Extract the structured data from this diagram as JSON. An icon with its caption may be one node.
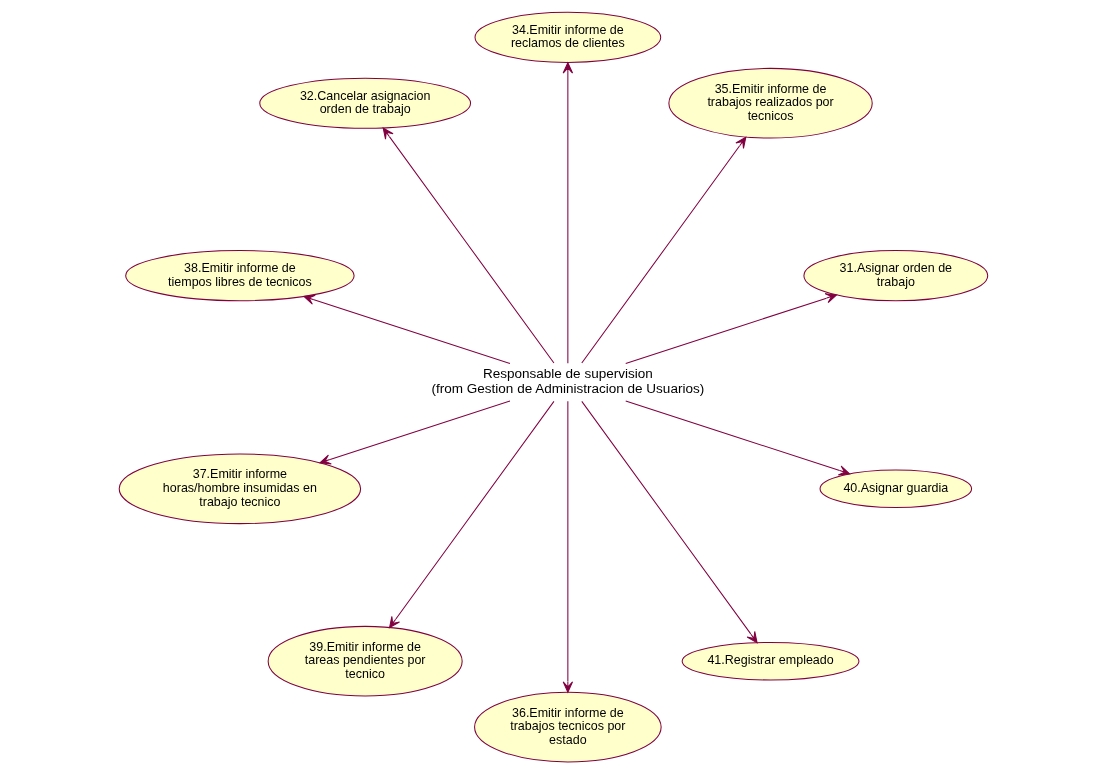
{
  "diagram": {
    "nodes": [
      {
        "text": [
          "Responsable de supervision",
          "(from Gestion de Administracion de Usuarios)"
        ]
      },
      {
        "text": [
          "31.Asignar orden de trabajo"
        ]
      },
      {
        "text": [
          "35.Emitir informe de trabajos realizados por tecnicos"
        ]
      },
      {
        "text": [
          "34.Emitir informe de reclamos de clientes"
        ]
      },
      {
        "text": [
          "32.Cancelar asignacion orden de trabajo"
        ]
      },
      {
        "text": [
          "38.Emitir informe de tiempos libres de tecnicos"
        ]
      },
      {
        "text": [
          "37.Emitir informe horas/hombre insumidas en trabajo tecnico"
        ]
      },
      {
        "text": [
          "39.Emitir informe de tareas pendientes por tecnico"
        ]
      },
      {
        "text": [
          "36.Emitir informe de trabajos tecnicos por estado"
        ]
      },
      {
        "text": [
          "41.Registrar empleado"
        ]
      },
      {
        "text": [
          "40.Asignar guardia"
        ]
      }
    ],
    "edges": [
      {
        "from": 0,
        "to": 1,
        "arrow": "to"
      },
      {
        "from": 0,
        "to": 2,
        "arrow": "to"
      },
      {
        "from": 0,
        "to": 4,
        "arrow": "to"
      },
      {
        "from": 0,
        "to": 6,
        "arrow": "to"
      },
      {
        "from": 0,
        "to": 8,
        "arrow": "to"
      },
      {
        "from": 0,
        "to": 10,
        "arrow": "to"
      },
      {
        "from": 0,
        "to": 9,
        "arrow": "to"
      },
      {
        "from": 0,
        "to": 7,
        "arrow": "to"
      },
      {
        "from": 0,
        "to": 5,
        "arrow": "to"
      },
      {
        "from": 0,
        "to": 3,
        "arrow": "to"
      }
    ]
  }
}
